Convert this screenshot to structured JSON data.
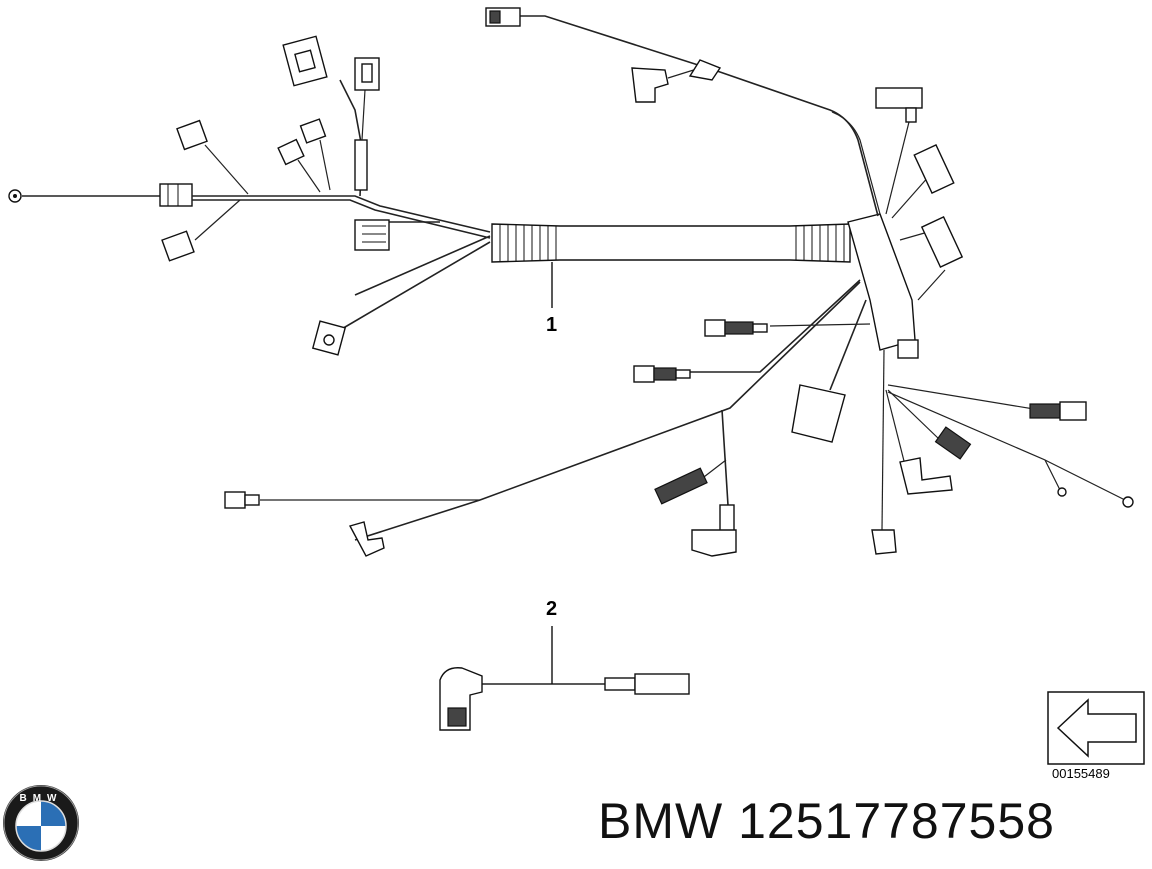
{
  "diagram": {
    "callouts": [
      {
        "id": "part-1",
        "label": "1"
      },
      {
        "id": "part-2",
        "label": "2"
      }
    ],
    "reference_code": "00155489",
    "caption": "BMW 12517787558",
    "logo_letters": "BMW",
    "colors": {
      "line": "#222222",
      "background": "#ffffff",
      "logo_blue": "#2b6fb5",
      "logo_ring": "#111111"
    },
    "icons": [
      "front-direction-arrow-icon",
      "bmw-logo-icon"
    ]
  }
}
